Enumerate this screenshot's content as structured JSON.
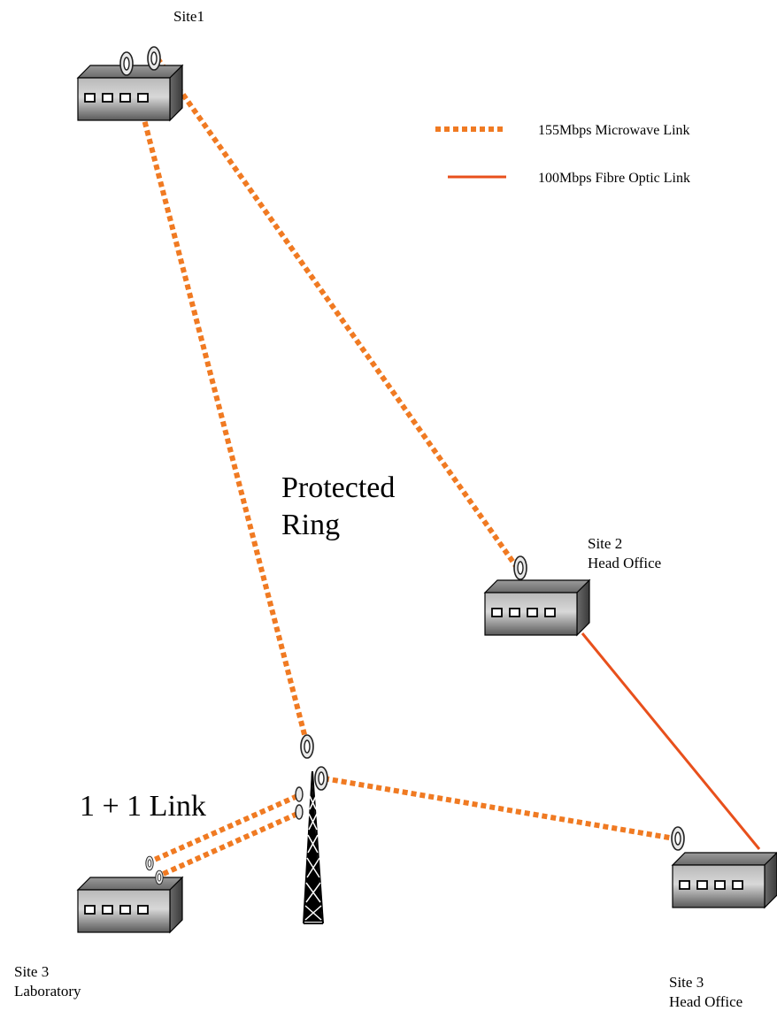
{
  "legend": {
    "microwave_label": "155Mbps Microwave Link",
    "fibre_label": "100Mbps Fibre Optic Link"
  },
  "sites": {
    "site1": "Site1",
    "site2_line1": "Site 2",
    "site2_line2": "Head Office",
    "site3_lab_line1": "Site 3",
    "site3_lab_line2": "Laboratory",
    "site3_ho_line1": "Site 3",
    "site3_ho_line2": "Head Office"
  },
  "annotations": {
    "protected_line1": "Protected",
    "protected_line2": "Ring",
    "one_plus_one": "1 + 1 Link"
  },
  "colors": {
    "microwave": "#f07a22",
    "fibre": "#e8501c",
    "device_dark": "#4a4a4a",
    "device_light": "#c8c8c8"
  }
}
